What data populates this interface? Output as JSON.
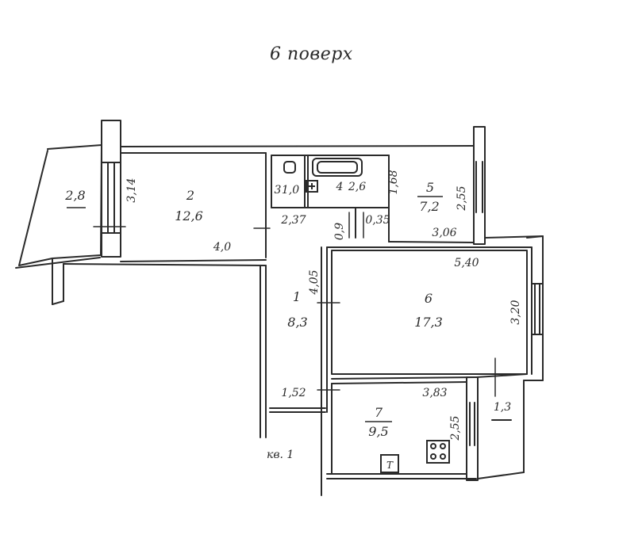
{
  "title": "6 поверх",
  "apartment_label": "кв. 1",
  "rooms": [
    {
      "id": "balcony",
      "number": "",
      "area": "2,8"
    },
    {
      "id": "room-2",
      "number": "2",
      "area": "12,6"
    },
    {
      "id": "room-3",
      "number": "3",
      "area": "1,0"
    },
    {
      "id": "room-4",
      "number": "4",
      "area": "2,6"
    },
    {
      "id": "room-5",
      "number": "5",
      "area": "7,2"
    },
    {
      "id": "room-1",
      "number": "1",
      "area": "8,3"
    },
    {
      "id": "room-6",
      "number": "6",
      "area": "17,3"
    },
    {
      "id": "room-7",
      "number": "7",
      "area": "9,5"
    },
    {
      "id": "loggia",
      "number": "",
      "area": "1,3"
    }
  ],
  "dimensions": {
    "d_3_14": "3,14",
    "d_4_0": "4,0",
    "d_2_37": "2,37",
    "d_1_68": "1,68",
    "d_0_9": "0,9",
    "d_0_35": "0,35",
    "d_2_55_top": "2,55",
    "d_3_06": "3,06",
    "d_5_40": "5,40",
    "d_4_05": "4,05",
    "d_3_20": "3,20",
    "d_1_52": "1,52",
    "d_3_83": "3,83",
    "d_2_55_bottom": "2,55"
  },
  "fixtures": {
    "toilet": "toilet-icon",
    "bathtub": "bathtub-icon",
    "sink": "sink-icon",
    "stove": "stove-icon",
    "cabinet": "Т"
  },
  "colors": {
    "ink": "#2a2a2a",
    "paper": "#ffffff"
  }
}
